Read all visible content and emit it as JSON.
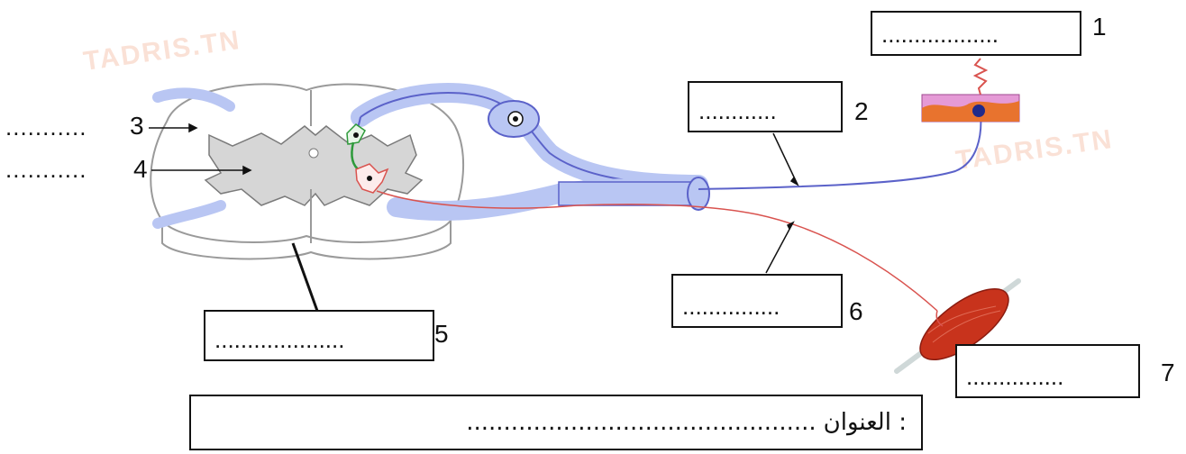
{
  "watermark": "TADRIS.TN",
  "labels": {
    "n1": "1",
    "n2": "2",
    "n3": "3",
    "n4": "4",
    "n5": "5",
    "n6": "6",
    "n7": "7"
  },
  "blanks": {
    "b1": "..................",
    "b2": "............",
    "b3": "...........",
    "b4": "...........",
    "b5": "....................",
    "b6": "...............",
    "b7": "..............."
  },
  "title": {
    "prefix": "العنوان :",
    "blank": "..............................................."
  },
  "colors": {
    "sensory": "#5b62c9",
    "sensory_fill": "#b9c6f3",
    "motor": "#d9534f",
    "interneuron": "#2e9a3b",
    "muscle": "#c8331c",
    "skin_pink": "#e59ad6",
    "skin_orange": "#e8732e",
    "gray_matter": "#d6d6d6"
  }
}
